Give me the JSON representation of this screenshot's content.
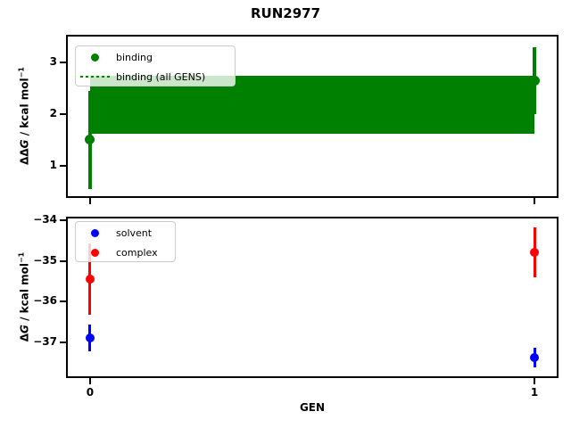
{
  "figure": {
    "title": "RUN2977",
    "background": "#ffffff"
  },
  "axes": {
    "top": {
      "ylabel_prefix": "ΔΔ",
      "ylabel_var": "G",
      "ylabel_rest": " / kcal mol",
      "ylabel_sup": "−1"
    },
    "bottom": {
      "ylabel_prefix": "Δ",
      "ylabel_var": "G",
      "ylabel_rest": " / kcal mol",
      "ylabel_sup": "−1",
      "xlabel": "GEN"
    }
  },
  "chart_data": [
    {
      "type": "scatter",
      "subplot": "top",
      "title": "RUN2977",
      "xlabel": "",
      "ylabel": "ΔΔG / kcal mol⁻¹",
      "xlim": [
        -0.05,
        1.05
      ],
      "ylim": [
        0.41,
        3.5
      ],
      "xticks": [
        0,
        1
      ],
      "xtick_labels": [],
      "yticks": [
        3,
        2,
        1
      ],
      "ytick_labels": [
        "3",
        "2",
        "1"
      ],
      "grid": false,
      "series": [
        {
          "name": "binding",
          "kind": "errorbar",
          "color": "#008000",
          "x": [
            0,
            1
          ],
          "y": [
            1.5,
            2.65
          ],
          "yerr": [
            0.95,
            0.65
          ],
          "linewidth": 4,
          "markersize": 11
        },
        {
          "name": "binding (all GENS)",
          "kind": "band",
          "color": "#008000",
          "linestyle": "dotted",
          "x": [
            0,
            1
          ],
          "center": 2.18,
          "lo": 1.62,
          "hi": 2.74
        }
      ],
      "legend": {
        "position": "upper left",
        "entries": [
          {
            "label": "binding",
            "marker": "dot",
            "color": "#008000"
          },
          {
            "label": "binding (all GENS)",
            "marker": "dotted-line",
            "color": "#008000"
          }
        ]
      }
    },
    {
      "type": "scatter",
      "subplot": "bottom",
      "title": "",
      "xlabel": "GEN",
      "ylabel": "ΔG / kcal mol⁻¹",
      "xlim": [
        -0.05,
        1.05
      ],
      "ylim": [
        -37.83,
        -33.96
      ],
      "xticks": [
        0,
        1
      ],
      "xtick_labels": [
        "0",
        "1"
      ],
      "yticks": [
        -34,
        -35,
        -36,
        -37
      ],
      "ytick_labels": [
        "−34",
        "−35",
        "−36",
        "−37"
      ],
      "grid": false,
      "series": [
        {
          "name": "solvent",
          "kind": "errorbar",
          "color": "#0000ff",
          "x": [
            0,
            1
          ],
          "y": [
            -36.89,
            -37.37
          ],
          "yerr": [
            0.33,
            0.24
          ],
          "linewidth": 3,
          "markersize": 10
        },
        {
          "name": "complex",
          "kind": "errorbar",
          "color": "#ff0000",
          "x": [
            0,
            1
          ],
          "y": [
            -35.45,
            -34.79
          ],
          "yerr": [
            0.88,
            0.62
          ],
          "linewidth": 3,
          "markersize": 10
        }
      ],
      "legend": {
        "position": "upper left",
        "entries": [
          {
            "label": "solvent",
            "marker": "dot",
            "color": "#0000ff"
          },
          {
            "label": "complex",
            "marker": "dot",
            "color": "#ff0000"
          }
        ]
      }
    }
  ]
}
